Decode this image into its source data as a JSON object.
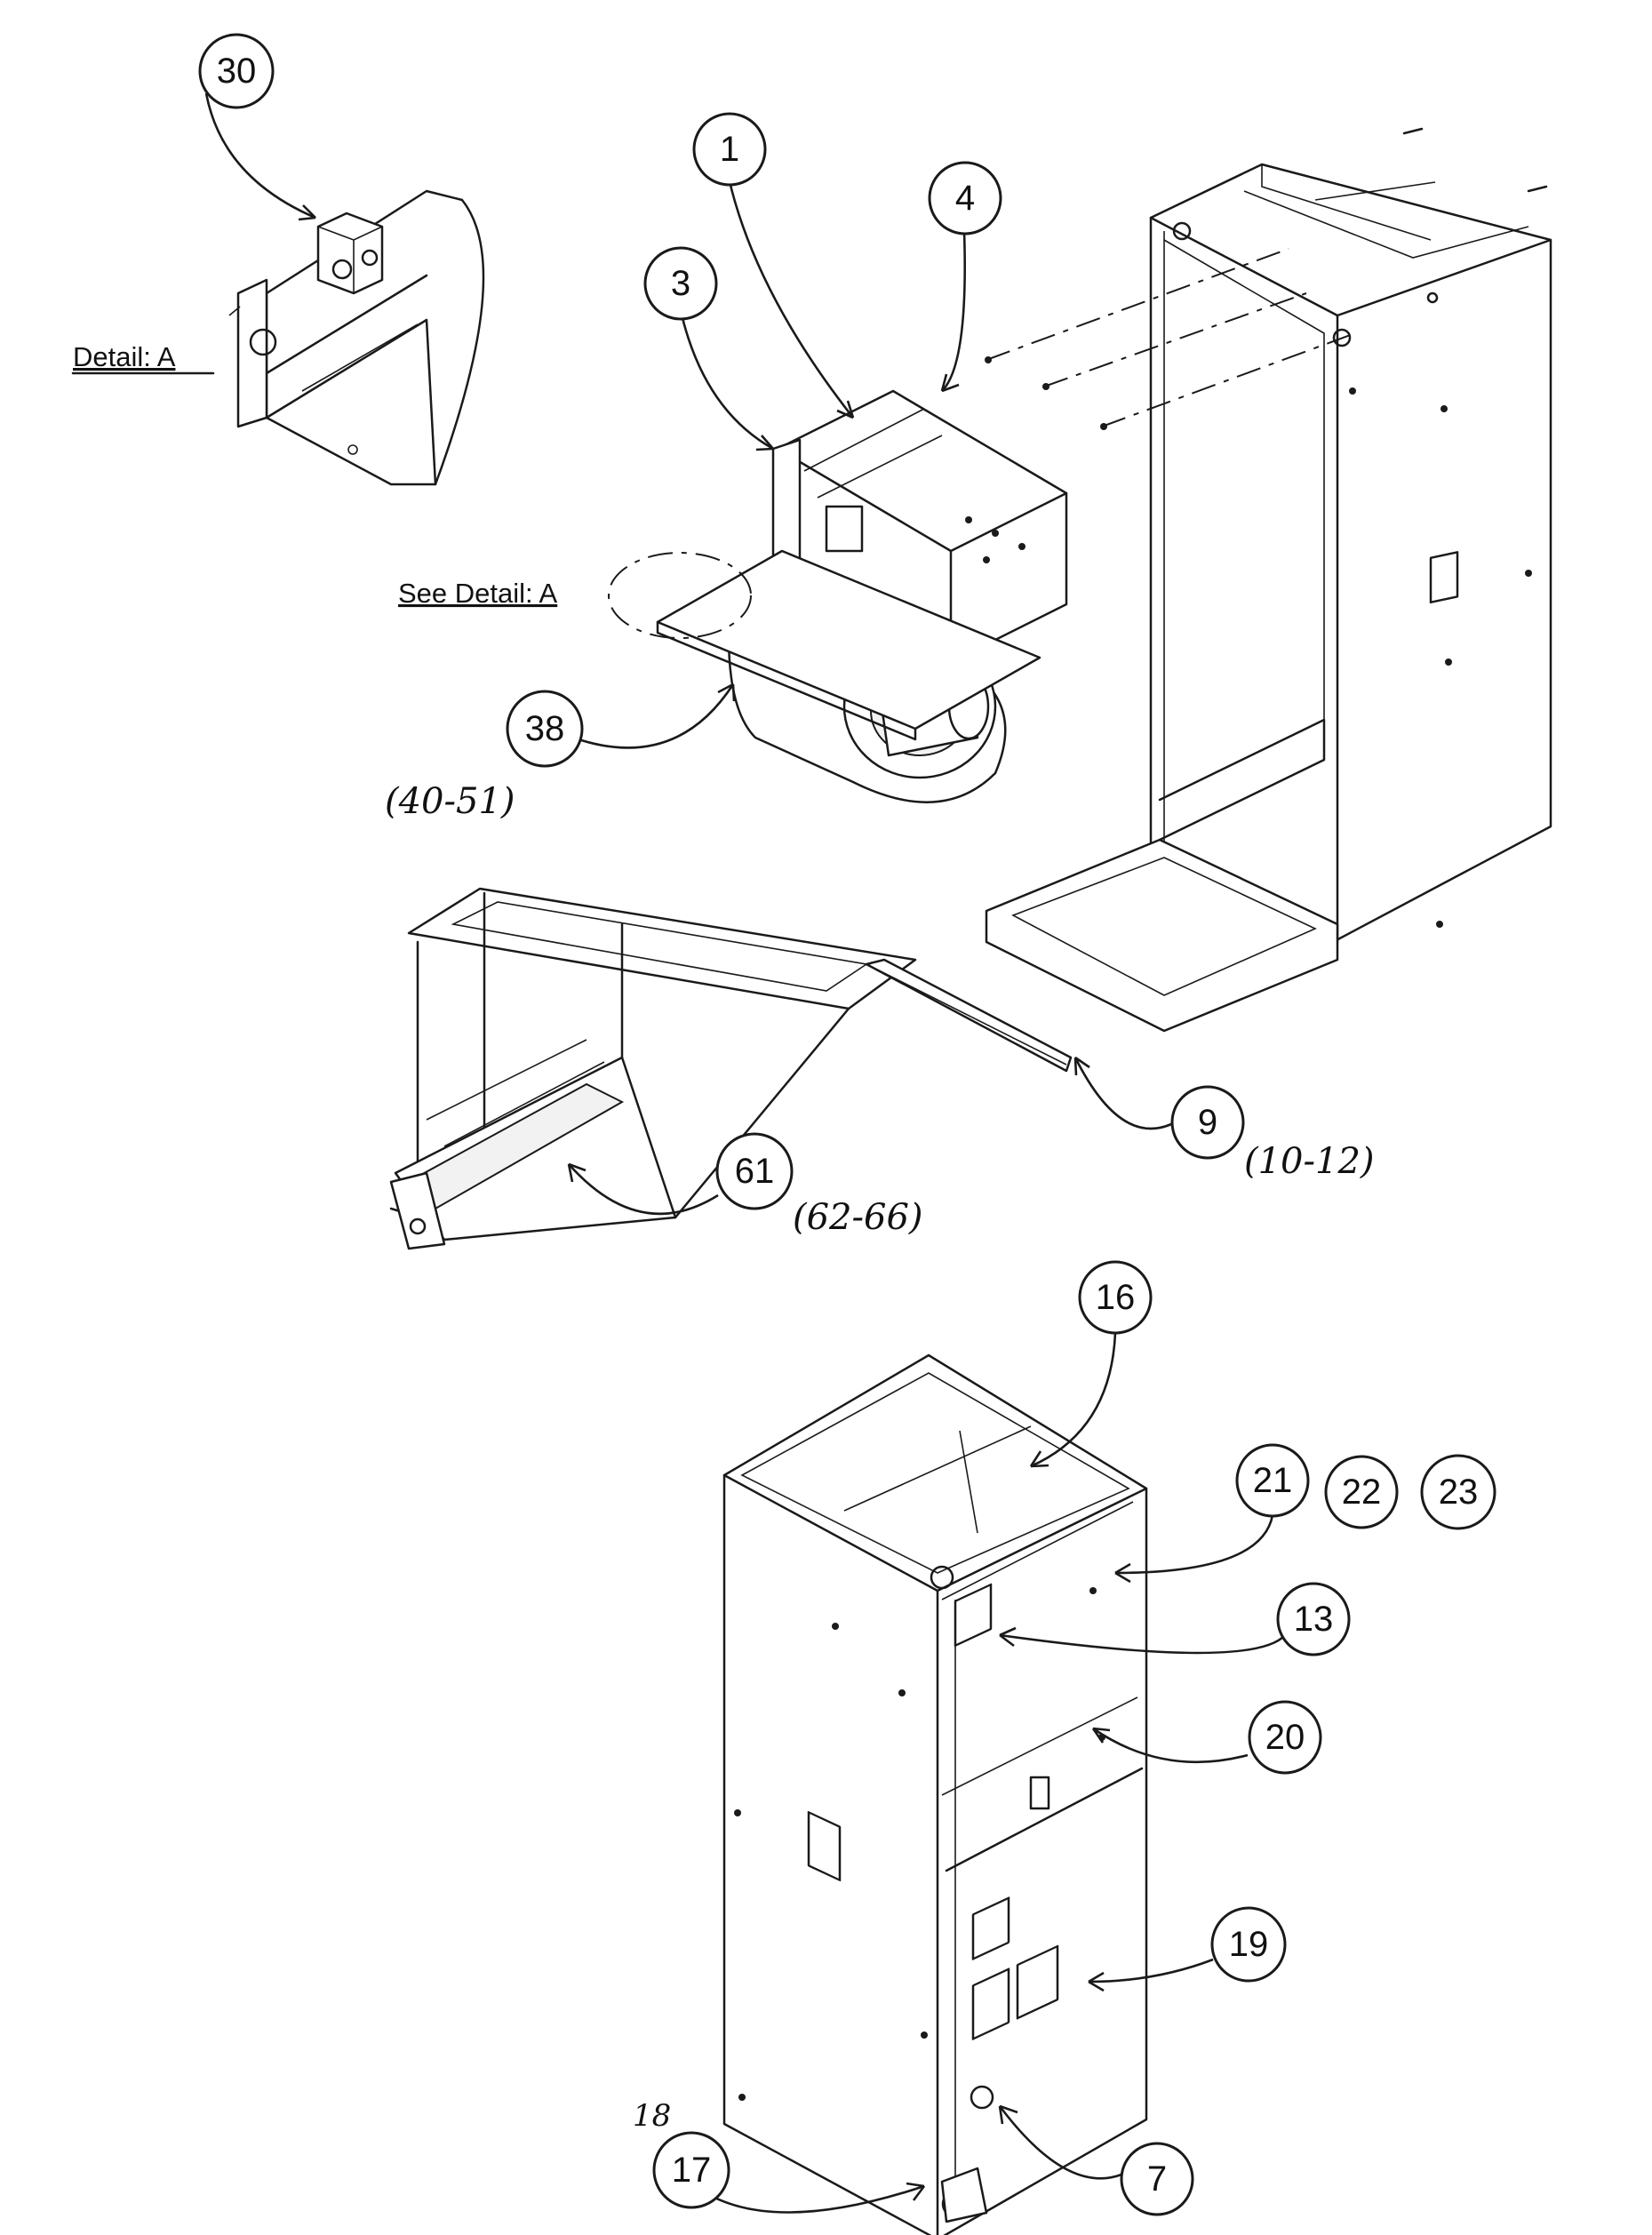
{
  "diagram": {
    "detail_label": "Detail: A",
    "see_detail_label": "See Detail: A",
    "callouts": [
      {
        "id": "c30",
        "number": "30"
      },
      {
        "id": "c1",
        "number": "1"
      },
      {
        "id": "c4",
        "number": "4"
      },
      {
        "id": "c3",
        "number": "3"
      },
      {
        "id": "c38",
        "number": "38"
      },
      {
        "id": "c61",
        "number": "61"
      },
      {
        "id": "c9",
        "number": "9"
      },
      {
        "id": "c16",
        "number": "16"
      },
      {
        "id": "c21",
        "number": "21"
      },
      {
        "id": "c22",
        "number": "22"
      },
      {
        "id": "c23",
        "number": "23"
      },
      {
        "id": "c13",
        "number": "13"
      },
      {
        "id": "c20",
        "number": "20"
      },
      {
        "id": "c19",
        "number": "19"
      },
      {
        "id": "c17",
        "number": "17"
      },
      {
        "id": "c7",
        "number": "7"
      }
    ],
    "handwritten": {
      "range_38": "(40-51)",
      "range_61": "(62-66)",
      "range_9": "(10-12)",
      "note_17": "18"
    }
  }
}
